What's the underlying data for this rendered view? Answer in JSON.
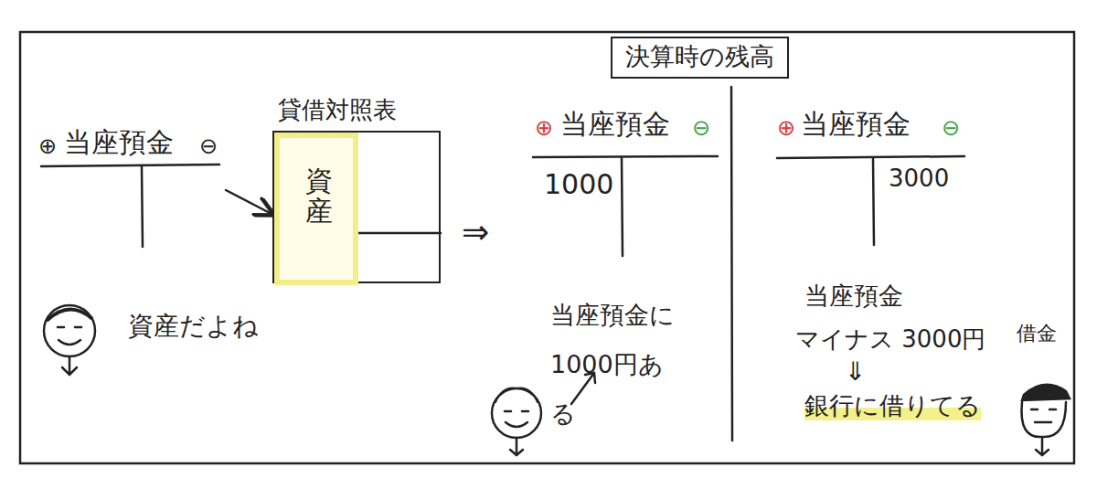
{
  "diagram": {
    "nodes": [
      {
        "text": [
          "⊕",
          "当座預金",
          "⊖"
        ]
      },
      {
        "text": [
          "貸借対照表"
        ]
      },
      {
        "text": [
          "資産"
        ],
        "in": 1
      },
      {
        "text": [
          "決算時の残高"
        ]
      },
      {
        "text": [
          "⊕",
          "当座預金",
          "⊖",
          "1000"
        ]
      },
      {
        "text": [
          "⊕",
          "当座預金",
          "⊖",
          "3000"
        ]
      }
    ],
    "edges": [
      {
        "from": 0,
        "to": 2,
        "arrow": "to"
      }
    ],
    "labels": [
      "資産だよね",
      "⇒",
      "当座預金に 1000円ある",
      "当座預金",
      "マイナス 3000円",
      "⇓",
      "銀行に借りてる",
      "借金"
    ]
  }
}
